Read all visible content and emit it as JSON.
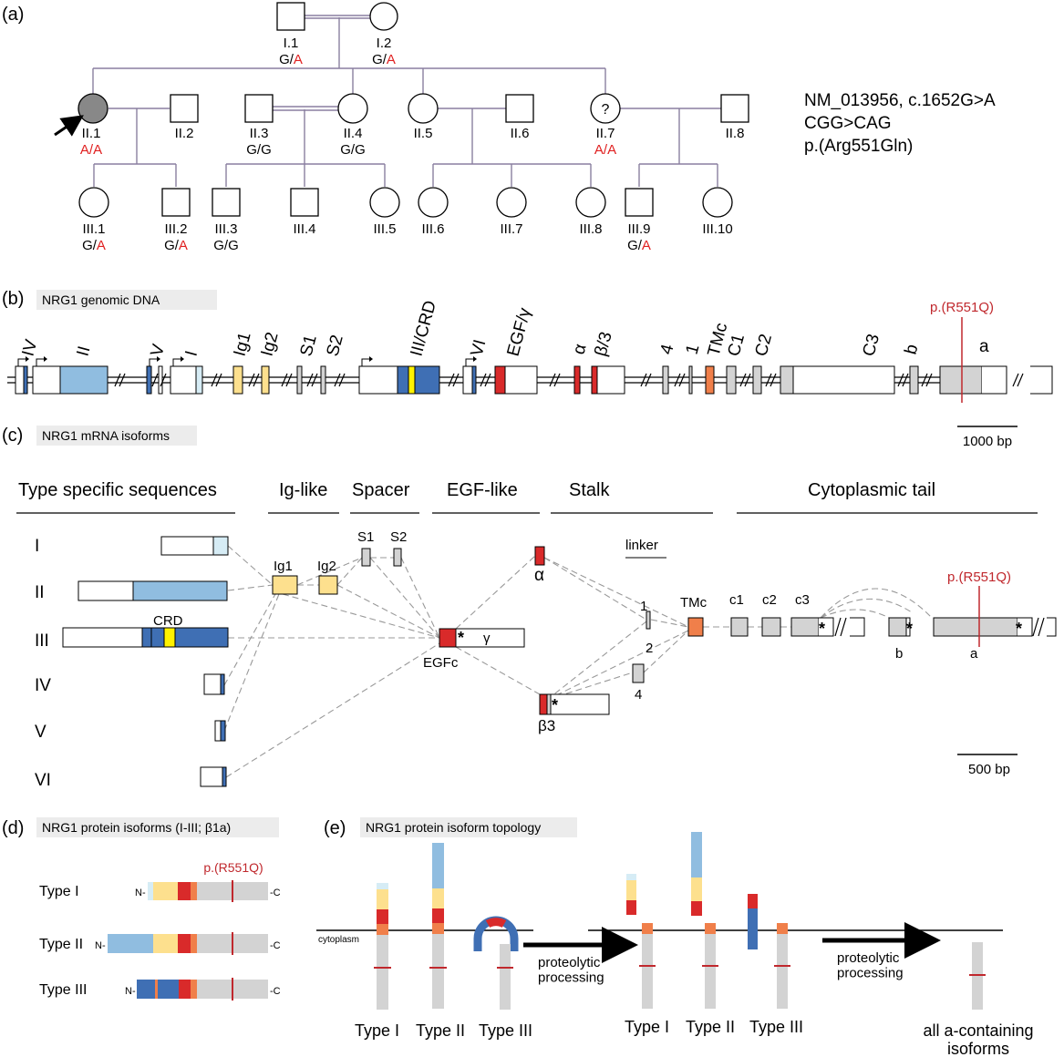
{
  "panels": {
    "a": {
      "label": "(a)",
      "individuals": {
        "I1": {
          "id": "I.1",
          "gt1": "G/",
          "gt2": "A"
        },
        "I2": {
          "id": "I.2",
          "gt1": "G/",
          "gt2": "A"
        },
        "II1": {
          "id": "II.1",
          "gt1": "A/",
          "gt2": "A"
        },
        "II2": {
          "id": "II.2"
        },
        "II3": {
          "id": "II.3",
          "gt": "G/G"
        },
        "II4": {
          "id": "II.4",
          "gt": "G/G"
        },
        "II5": {
          "id": "II.5"
        },
        "II6": {
          "id": "II.6"
        },
        "II7": {
          "id": "II.7",
          "gt1": "A/",
          "gt2": "A",
          "mark": "?"
        },
        "II8": {
          "id": "II.8"
        },
        "III1": {
          "id": "III.1",
          "gt1": "G/",
          "gt2": "A"
        },
        "III2": {
          "id": "III.2",
          "gt1": "G/",
          "gt2": "A"
        },
        "III3": {
          "id": "III.3",
          "gt": "G/G"
        },
        "III4": {
          "id": "III.4"
        },
        "III5": {
          "id": "III.5"
        },
        "III6": {
          "id": "III.6"
        },
        "III7": {
          "id": "III.7"
        },
        "III8": {
          "id": "III.8"
        },
        "III9": {
          "id": "III.9",
          "gt1": "G/",
          "gt2": "A"
        },
        "III10": {
          "id": "III.10"
        }
      },
      "variant": {
        "line1": "NM_013956, c.1652G>A",
        "line2": "CGG>CAG",
        "line3": "p.(Arg551Gln)"
      }
    },
    "b": {
      "label": "(b)",
      "title": "NRG1 genomic DNA",
      "variant": "p.(R551Q)",
      "exons": {
        "IV": "IV",
        "II": "II",
        "V": "V",
        "I": "I",
        "Ig1": "Ig1",
        "Ig2": "Ig2",
        "S1": "S1",
        "S2": "S2",
        "III": "III/CRD",
        "VI": "VI",
        "EGF": "EGF/γ",
        "alpha": "α",
        "beta": "β/3",
        "e4": "4",
        "e1": "1",
        "TMc": "TMc",
        "C1": "C1",
        "C2": "C2",
        "C3": "C3",
        "b": "b",
        "a": "a"
      },
      "scale": "1000 bp"
    },
    "c": {
      "label": "(c)",
      "title": "NRG1 mRNA isoforms",
      "headers": {
        "type": "Type specific sequences",
        "ig": "Ig-like",
        "spacer": "Spacer",
        "egf": "EGF-like",
        "stalk": "Stalk",
        "cyto": "Cytoplasmic tail"
      },
      "types": [
        "I",
        "II",
        "III",
        "IV",
        "V",
        "VI"
      ],
      "labels": {
        "crd": "CRD",
        "ig1": "Ig1",
        "ig2": "Ig2",
        "s1": "S1",
        "s2": "S2",
        "egfc": "EGFc",
        "gamma": "γ",
        "alpha": "α",
        "beta3": "β3",
        "linker": "linker",
        "l1": "1",
        "l2": "2",
        "l4": "4",
        "tmc": "TMc",
        "c1": "c1",
        "c2": "c2",
        "c3": "c3",
        "b": "b",
        "a": "a",
        "star": "*"
      },
      "variant": "p.(R551Q)",
      "scale": "500 bp"
    },
    "d": {
      "label": "(d)",
      "title": "NRG1 protein isoforms (I-III; β1a)",
      "variant": "p.(R551Q)",
      "rows": [
        {
          "name": "Type I",
          "n": "N-",
          "c": "-C"
        },
        {
          "name": "Type II",
          "n": "N-",
          "c": "-C"
        },
        {
          "name": "Type III",
          "n": "N-",
          "c": "-C"
        }
      ]
    },
    "e": {
      "label": "(e)",
      "title": "NRG1 protein isoform topology",
      "cytoplasm": "cytoplasm",
      "process1": "proteolytic\nprocessing",
      "process2": "proteolytic\nprocessing",
      "groupA": [
        "Type I",
        "Type II",
        "Type III"
      ],
      "groupB": [
        "Type I",
        "Type II",
        "Type III"
      ],
      "final": "all a-containing\nisoforms"
    }
  },
  "colors": {
    "line": "#000000",
    "pedline": "#8a7fa0",
    "red": "#e02020",
    "variant": "#c0282d",
    "lightblue": "#90bde0",
    "blue": "#3f6fb4",
    "yellowpale": "#fde08e",
    "yellow": "#fff200",
    "egfred": "#d92a2a",
    "orange": "#f07f4a",
    "gray": "#d3d3d3",
    "paleblue": "#d6ecf5",
    "dash": "#999999",
    "affected": "#888888",
    "titlebg": "#ececec"
  }
}
